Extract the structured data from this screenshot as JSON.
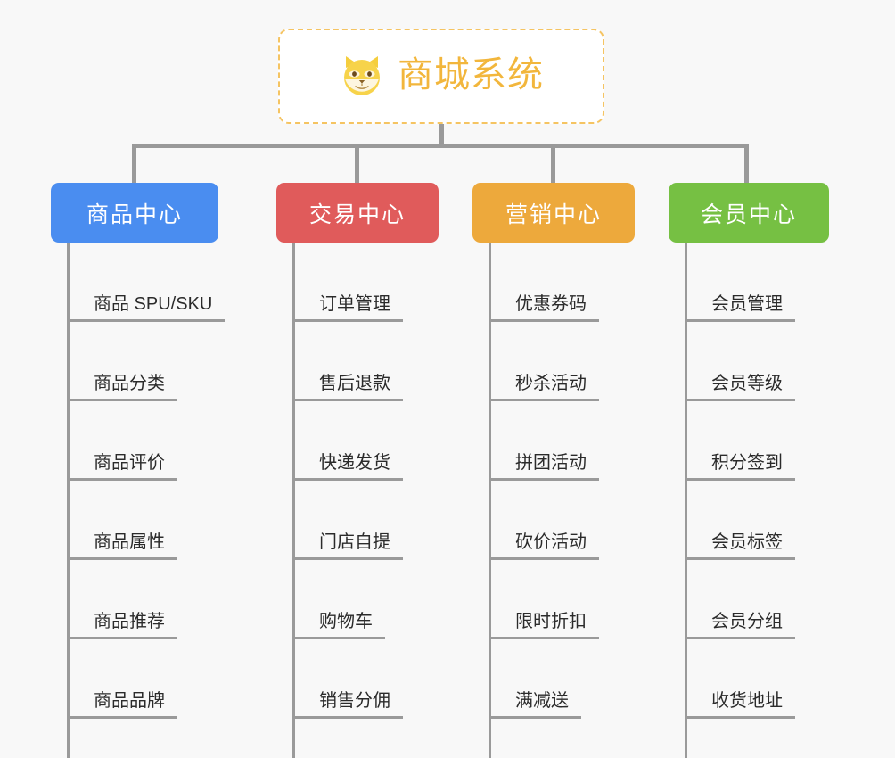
{
  "canvas": {
    "background": "#f8f8f8",
    "connector_color": "#9a9a9a"
  },
  "root": {
    "title": "商城系统",
    "icon": "shiba-dog-face-icon",
    "border_color": "#f5c462",
    "text_color": "#f2b63c",
    "background": "#ffffff"
  },
  "categories": [
    {
      "label": "商品中心",
      "color": "#4a8df0",
      "items": [
        "商品 SPU/SKU",
        "商品分类",
        "商品评价",
        "商品属性",
        "商品推荐",
        "商品品牌"
      ]
    },
    {
      "label": "交易中心",
      "color": "#e05b5b",
      "items": [
        "订单管理",
        "售后退款",
        "快递发货",
        "门店自提",
        "购物车",
        "销售分佣"
      ]
    },
    {
      "label": "营销中心",
      "color": "#eda93c",
      "items": [
        "优惠券码",
        "秒杀活动",
        "拼团活动",
        "砍价活动",
        "限时折扣",
        "满减送"
      ]
    },
    {
      "label": "会员中心",
      "color": "#76c043",
      "items": [
        "会员管理",
        "会员等级",
        "积分签到",
        "会员标签",
        "会员分组",
        "收货地址"
      ]
    }
  ]
}
